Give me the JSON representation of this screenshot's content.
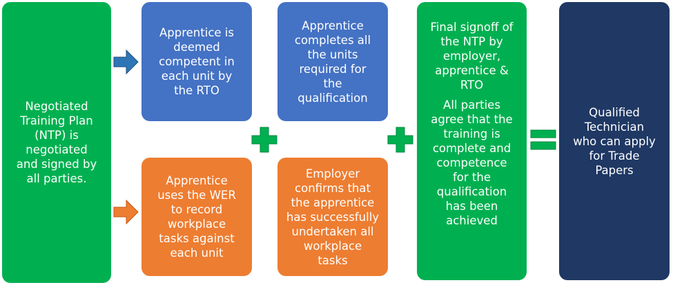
{
  "colors": {
    "green": "#00b050",
    "blue": "#4472c4",
    "orange": "#ed7d31",
    "navy": "#1f3864",
    "arrow_blue": "#2e75b6",
    "arrow_orange": "#ed7d31",
    "operator_green": "#00b050"
  },
  "boxes": {
    "ntp": "Negotiated\nTraining Plan\n(NTP) is\nnegotiated\nand signed by\nall parties.",
    "competent": "Apprentice is\ndeemed\ncompetent in\neach unit by\nthe RTO",
    "wer": "Apprentice\nuses the WER\nto record\nworkplace\ntasks against\neach unit",
    "units": "Apprentice\ncompletes all\nthe units\nrequired for\nthe\nqualification",
    "employer": "Employer\nconfirms that\nthe apprentice\nhas successfully\nundertaken all\nworkplace\ntasks",
    "signoff": "Final signoff of\nthe NTP by\nemployer,\napprentice &\nRTO",
    "agree": "All parties\nagree that the\ntraining is\ncomplete and\ncompetence\nfor the\nqualification\nhas been\nachieved",
    "qualified": "Qualified\nTechnician\nwho can apply\nfor Trade\nPapers"
  },
  "icons": [
    "arrow-right-icon",
    "arrow-right-icon",
    "plus-icon",
    "plus-icon",
    "equals-icon"
  ]
}
